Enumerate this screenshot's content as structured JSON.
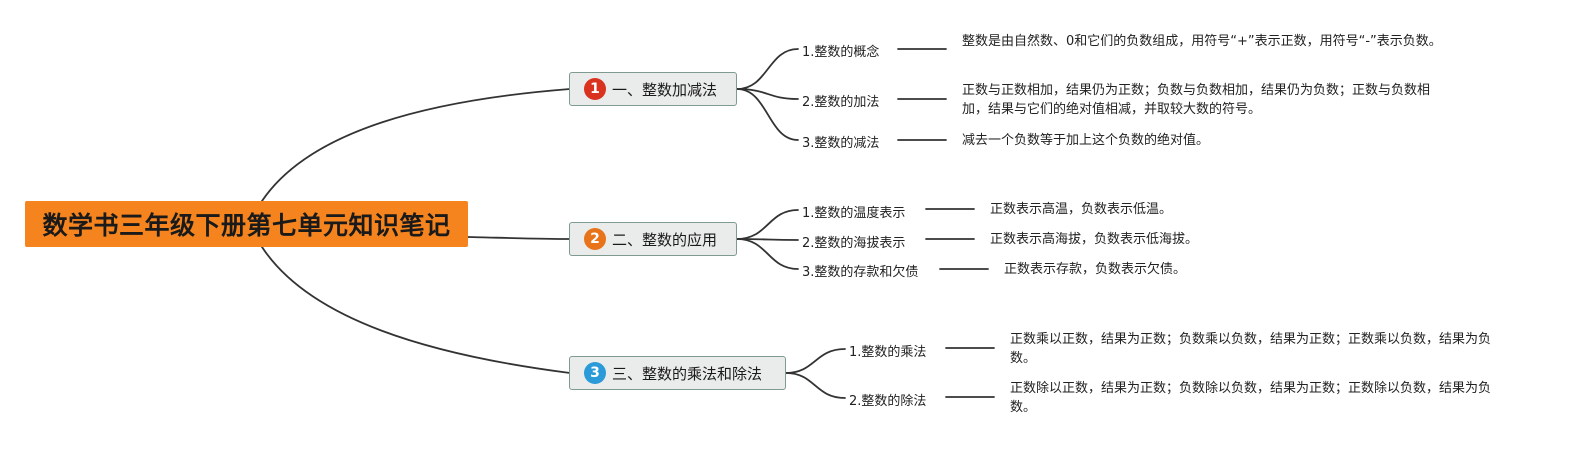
{
  "root": {
    "title": "数学书三年级下册第七单元知识笔记"
  },
  "topics": [
    {
      "number": "1",
      "badge_color": "#d9321f",
      "label": "一、整数加减法",
      "subtopics": [
        {
          "label": "1.整数的概念",
          "description": "整数是由自然数、0和它们的负数组成，用符号“+”表示正数，用符号“-”表示负数。"
        },
        {
          "label": "2.整数的加法",
          "description": "正数与正数相加，结果仍为正数；负数与负数相加，结果仍为负数；正数与负数相加，结果与它们的绝对值相减，并取较大数的符号。"
        },
        {
          "label": "3.整数的减法",
          "description": "减去一个负数等于加上这个负数的绝对值。"
        }
      ]
    },
    {
      "number": "2",
      "badge_color": "#e8731a",
      "label": "二、整数的应用",
      "subtopics": [
        {
          "label": "1.整数的温度表示",
          "description": "正数表示高温，负数表示低温。"
        },
        {
          "label": "2.整数的海拔表示",
          "description": "正数表示高海拔，负数表示低海拔。"
        },
        {
          "label": "3.整数的存款和欠债",
          "description": "正数表示存款，负数表示欠债。"
        }
      ]
    },
    {
      "number": "3",
      "badge_color": "#2b9ad8",
      "label": "三、整数的乘法和除法",
      "subtopics": [
        {
          "label": "1.整数的乘法",
          "description": "正数乘以正数，结果为正数；负数乘以负数，结果为正数；正数乘以负数，结果为负数。"
        },
        {
          "label": "2.整数的除法",
          "description": "正数除以正数，结果为正数；负数除以负数，结果为正数；正数除以负数，结果为负数。"
        }
      ]
    }
  ]
}
